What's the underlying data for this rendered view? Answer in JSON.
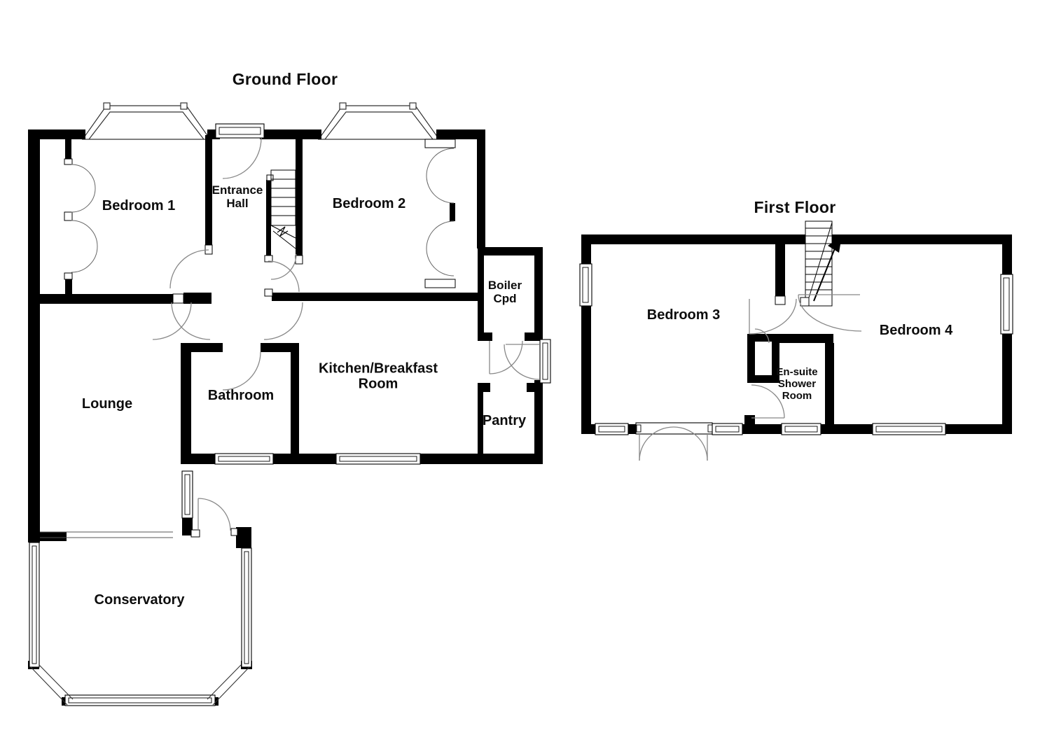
{
  "ground_floor": {
    "title": "Ground Floor",
    "rooms": {
      "bedroom1": "Bedroom 1",
      "entrance_hall": "Entrance Hall",
      "bedroom2": "Bedroom 2",
      "boiler_cupboard": "Boiler Cpd",
      "kitchen_breakfast_room": "Kitchen/Breakfast Room",
      "bathroom": "Bathroom",
      "lounge": "Lounge",
      "pantry": "Pantry",
      "conservatory": "Conservatory"
    }
  },
  "first_floor": {
    "title": "First Floor",
    "rooms": {
      "bedroom3": "Bedroom 3",
      "bedroom4": "Bedroom 4",
      "ensuite_shower_room": "En-suite Shower Room"
    }
  },
  "colors": {
    "wall": "#000000",
    "background": "#ffffff",
    "door_arc": "#888888"
  }
}
